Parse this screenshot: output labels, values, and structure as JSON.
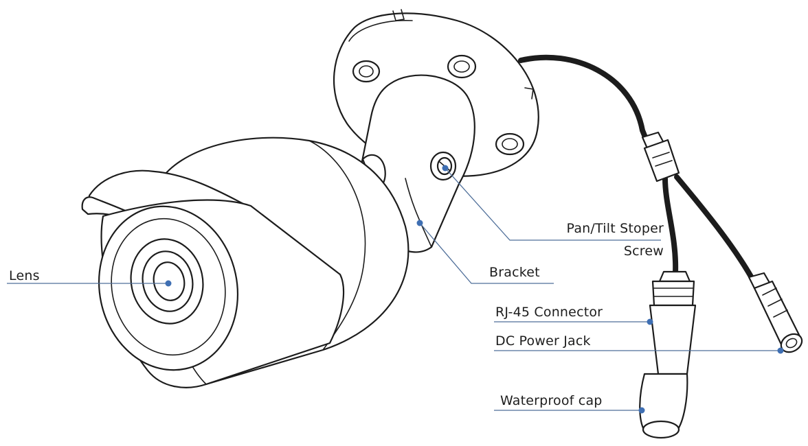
{
  "labels": {
    "pan_tilt_line1": "Pan/Tilt Stoper",
    "pan_tilt_line2": "Screw",
    "bracket": "Bracket",
    "lens": "Lens",
    "rj45": "RJ-45 Connector",
    "dc_power": "DC Power Jack",
    "waterproof_cap": "Waterproof cap"
  },
  "colors": {
    "line_art": "#1c1c1c",
    "leader_line": "#4e6e99",
    "leader_dot": "#3f6fb3",
    "text": "#1d1d1d",
    "background": "#ffffff"
  }
}
